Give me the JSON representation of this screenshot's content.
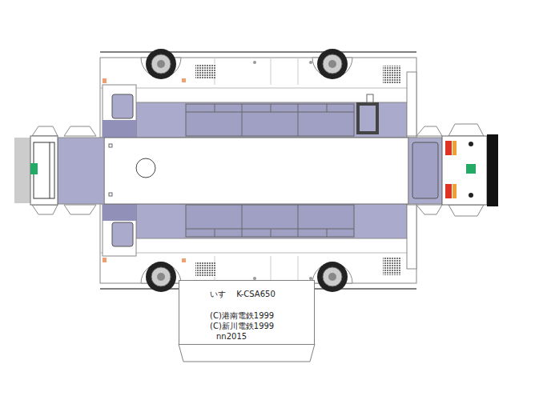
{
  "diagram": {
    "nodes": [
      {
        "text": [
          "いすゞ K-CSA650",
          "(C)港南電鉄1999",
          "(C)新川電鉄1999",
          "nn2015"
        ]
      }
    ]
  }
}
